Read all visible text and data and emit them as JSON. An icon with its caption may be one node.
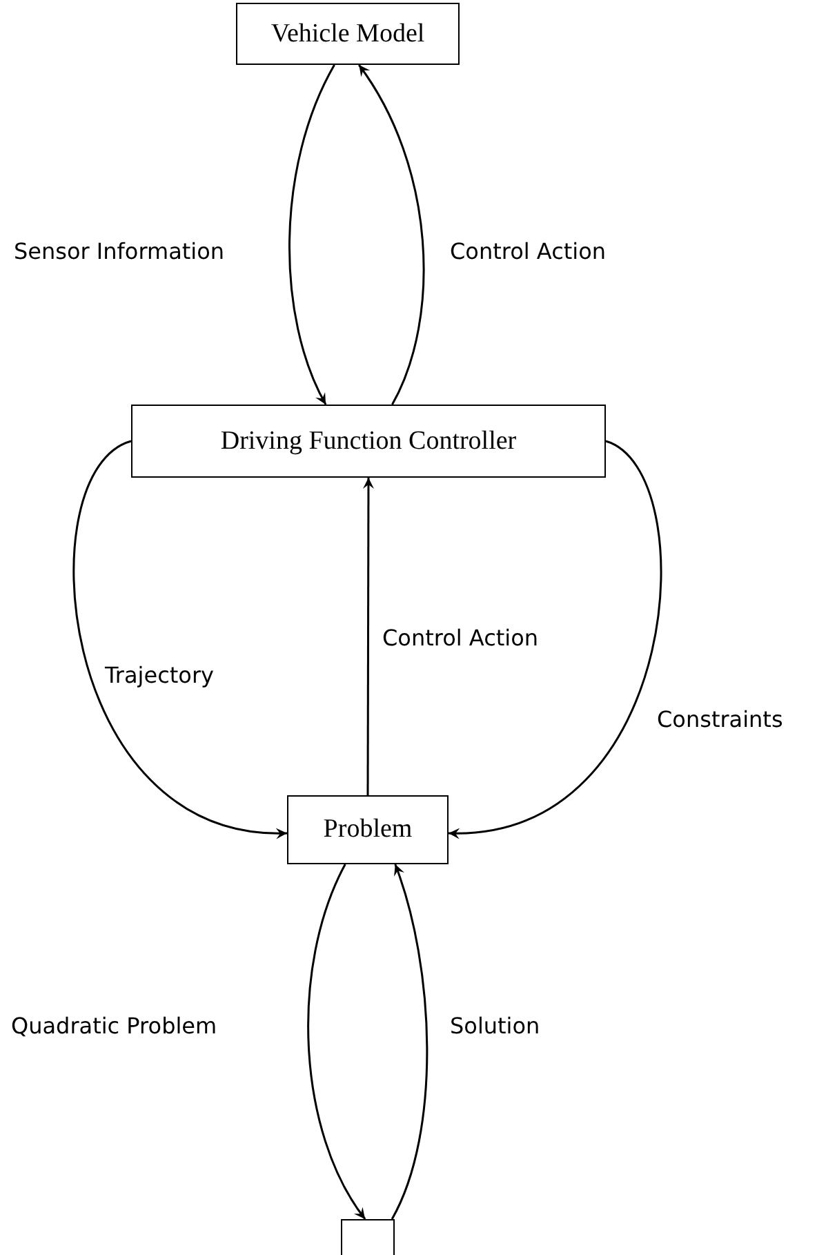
{
  "diagram": {
    "nodes": [
      {
        "text": [
          "Vehicle Model"
        ]
      },
      {
        "text": [
          "Driving Function Controller"
        ]
      },
      {
        "text": [
          "Problem"
        ]
      },
      {
        "text": [],
        "shape": "box"
      }
    ],
    "edges": [
      {
        "from": 0,
        "to": 1,
        "arrow": "to",
        "label": "Sensor Information"
      },
      {
        "from": 1,
        "to": 0,
        "arrow": "to",
        "label": "Control Action"
      },
      {
        "from": 1,
        "to": 2,
        "arrow": "to",
        "label": "Trajectory"
      },
      {
        "from": 2,
        "to": 1,
        "arrow": "to",
        "label": "Control Action"
      },
      {
        "from": 1,
        "to": 2,
        "arrow": "to",
        "label": "Constraints"
      },
      {
        "from": 2,
        "to": 3,
        "arrow": "to",
        "label": "Quadratic Problem"
      },
      {
        "from": 3,
        "to": 2,
        "arrow": "to",
        "label": "Solution"
      }
    ]
  }
}
